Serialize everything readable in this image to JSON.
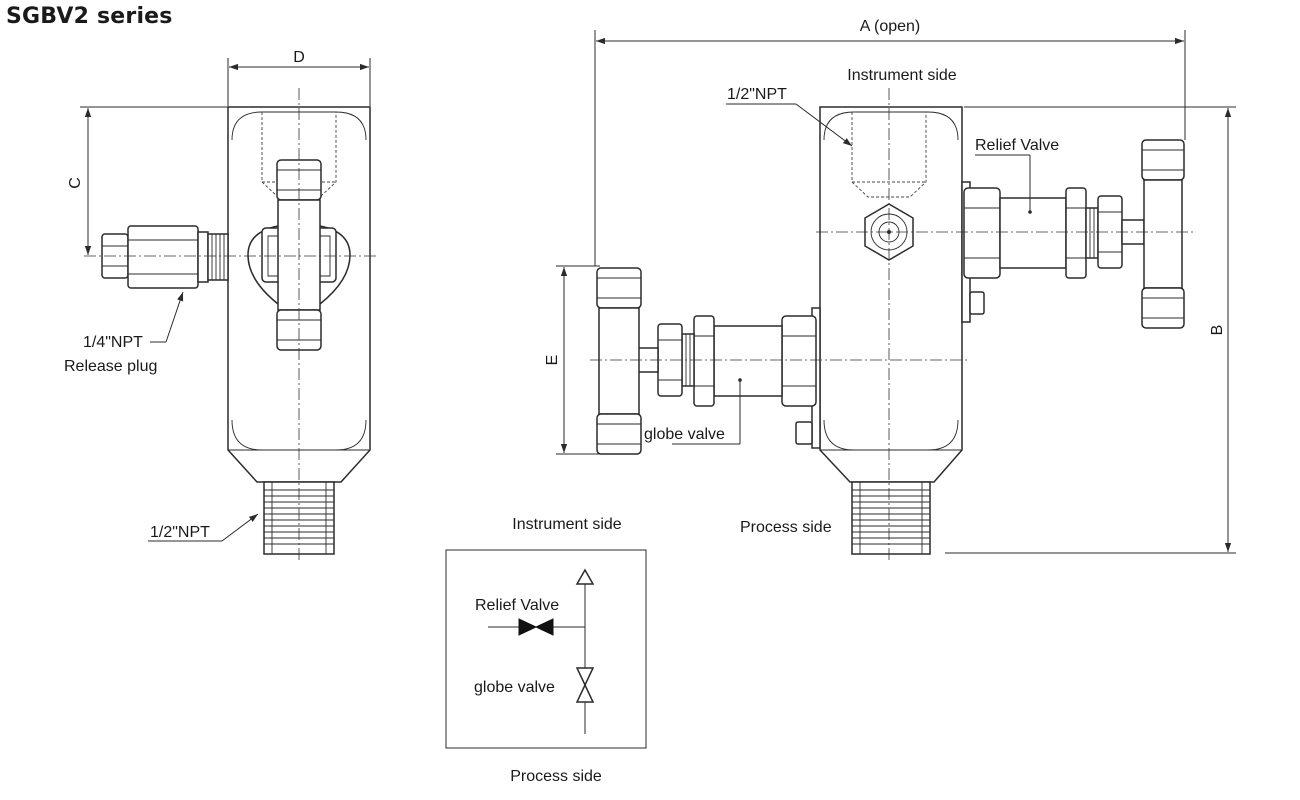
{
  "title": "SGBV2 series",
  "side_view": {
    "dim_d": "D",
    "dim_c": "C",
    "label_quarter_npt": "1/4\"NPT",
    "label_release_plug": "Release plug",
    "label_half_npt": "1/2\"NPT"
  },
  "front_view": {
    "dim_a": "A (open)",
    "dim_b": "B",
    "dim_e": "E",
    "label_instrument_side": "Instrument side",
    "label_half_npt": "1/2\"NPT",
    "label_relief_valve": "Relief Valve",
    "label_globe_valve": "globe valve",
    "label_process_side": "Process side"
  },
  "schematic": {
    "label_instrument_side": "Instrument side",
    "label_relief_valve": "Relief Valve",
    "label_globe_valve": "globe valve",
    "label_process_side": "Process side"
  }
}
